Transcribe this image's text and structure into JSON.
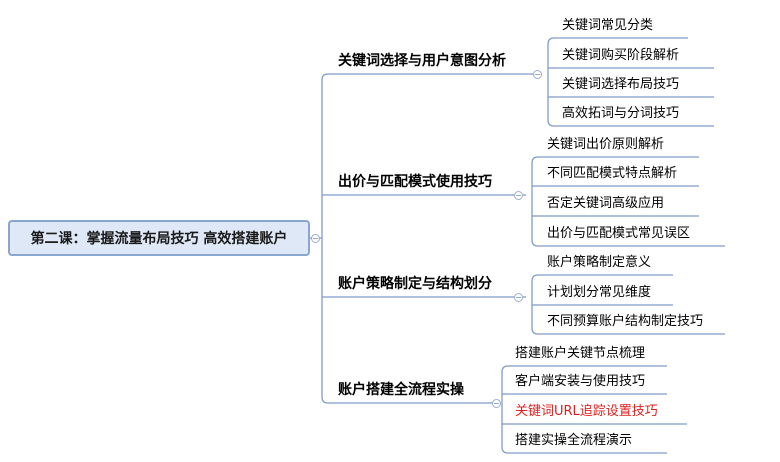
{
  "root": {
    "label": "第二课：掌握流量布局技巧 高效搭建账户"
  },
  "branches": [
    {
      "label": "关键词选择与用户意图分析",
      "leaves": [
        {
          "label": "关键词常见分类"
        },
        {
          "label": "关键词购买阶段解析"
        },
        {
          "label": "关键词选择布局技巧"
        },
        {
          "label": "高效拓词与分词技巧"
        }
      ]
    },
    {
      "label": "出价与匹配模式使用技巧",
      "leaves": [
        {
          "label": "关键词出价原则解析"
        },
        {
          "label": "不同匹配模式特点解析"
        },
        {
          "label": "否定关键词高级应用"
        },
        {
          "label": "出价与匹配模式常见误区"
        }
      ]
    },
    {
      "label": "账户策略制定与结构划分",
      "leaves": [
        {
          "label": "账户策略制定意义"
        },
        {
          "label": "计划划分常见维度"
        },
        {
          "label": "不同预算账户结构制定技巧"
        }
      ]
    },
    {
      "label": "账户搭建全流程实操",
      "leaves": [
        {
          "label": "搭建账户关键节点梳理"
        },
        {
          "label": "客户端安装与使用技巧"
        },
        {
          "label": "关键词URL追踪设置技巧",
          "color": "#e02020"
        },
        {
          "label": "搭建实操全流程演示"
        }
      ]
    }
  ],
  "colors": {
    "line": "#7f9cc9",
    "root_fill": "#dfe8f6",
    "root_border": "#8ba6cc",
    "highlight": "#e02020"
  }
}
